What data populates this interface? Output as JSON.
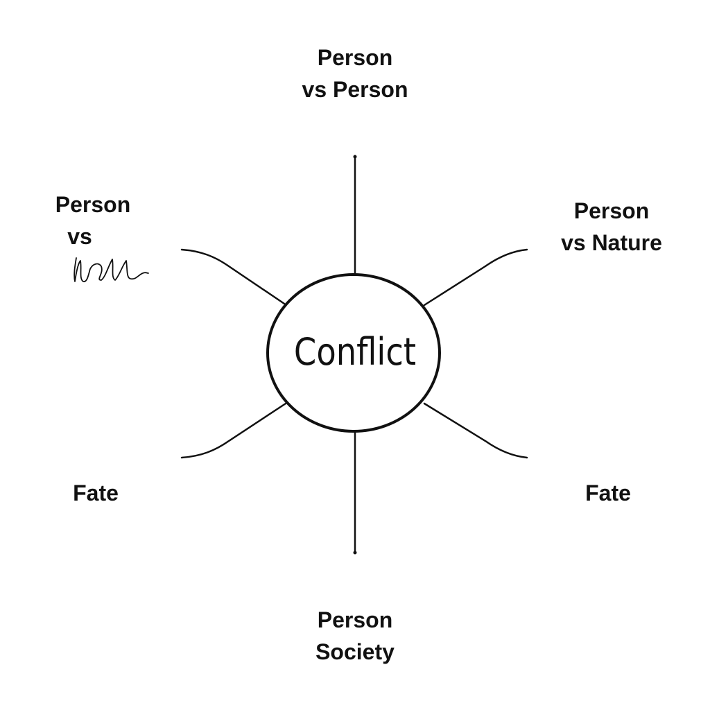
{
  "diagram": {
    "center": {
      "label": "Conflict"
    },
    "branches": {
      "top": {
        "line1": "Person",
        "line2": "vs Person"
      },
      "upper_left": {
        "line1": "Person",
        "line2": "vs"
      },
      "upper_right": {
        "line1": "Person",
        "line2": "vs Nature"
      },
      "lower_left": {
        "line1": "Fate"
      },
      "lower_right": {
        "line1": "Fate"
      },
      "bottom": {
        "line1": "Person",
        "line2": "Society"
      }
    }
  }
}
